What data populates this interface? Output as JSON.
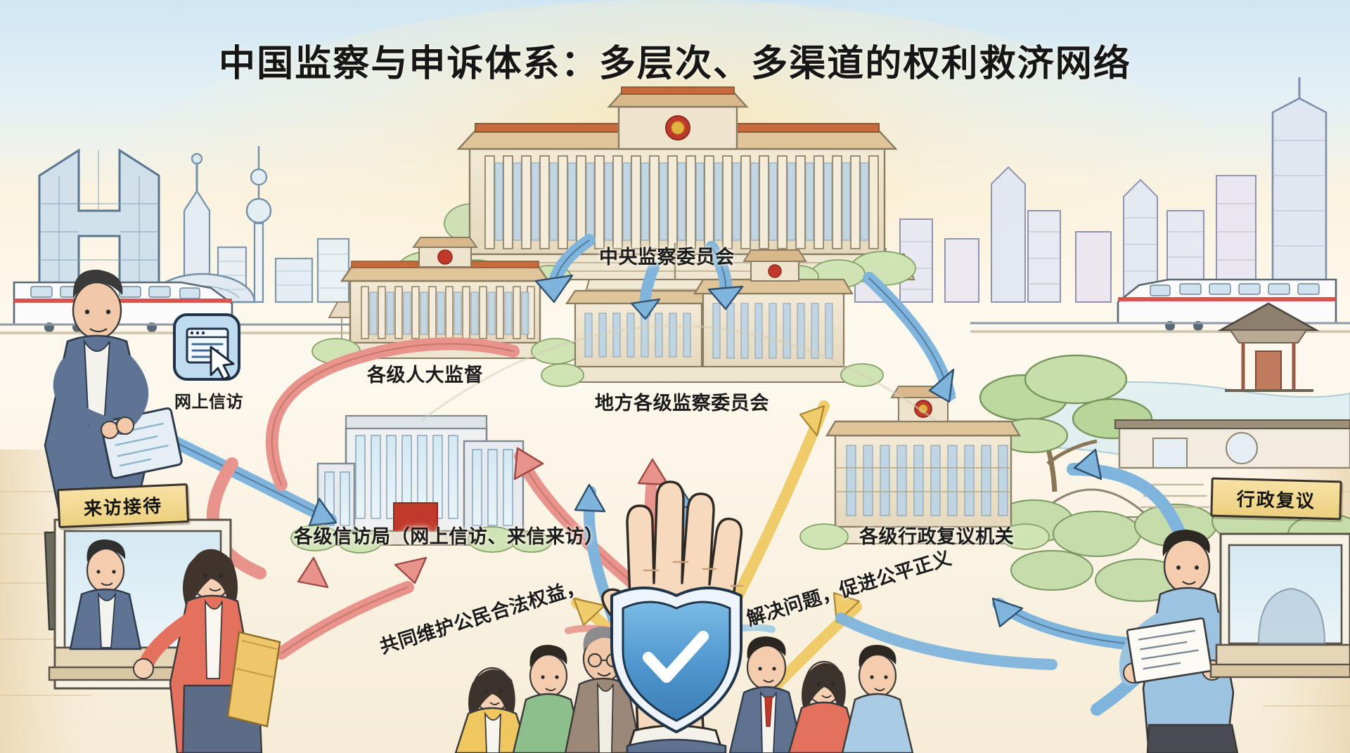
{
  "title": "中国监察与申诉体系：多层次、多渠道的权利救济网络",
  "nodes": [
    {
      "id": "central-commission",
      "label": "中央监察委员会"
    },
    {
      "id": "npc-supervision",
      "label": "各级人大监督"
    },
    {
      "id": "local-commissions",
      "label": "地方各级监察委员会"
    },
    {
      "id": "petition-bureaus",
      "label": "各级信访局（网上信访、来信来访）"
    },
    {
      "id": "admin-review",
      "label": "各级行政复议机关"
    }
  ],
  "channels": {
    "online_petition": "网上信访",
    "visitor_reception": "来访接待",
    "administrative_review": "行政复议"
  },
  "slogans": {
    "left": "共同维护公民合法权益，",
    "right": "解决问题，促进公平正义"
  },
  "icons": {
    "online_petition": "browser-cursor-icon",
    "shield": "shield-check-icon"
  },
  "colors": {
    "arrow_blue": "#7FB4DC",
    "arrow_red": "#E8938C",
    "arrow_yellow": "#EFCB6A",
    "sign_yellow": "#F2DB9A",
    "shield_blue": "#4E96CE",
    "sky": "#CFE6F2",
    "paper": "#FBF6E9",
    "ink": "#1B1B1B",
    "emblem_red": "#C0392B"
  },
  "scene": {
    "skyline_left": "beijing-skyline",
    "skyline_right": "shanghai-skyline",
    "train_left": "high-speed-train",
    "train_right": "high-speed-train",
    "garden_right": "classical-chinese-garden",
    "crowd": "citizens-group",
    "hand": "open-palm-hand"
  }
}
